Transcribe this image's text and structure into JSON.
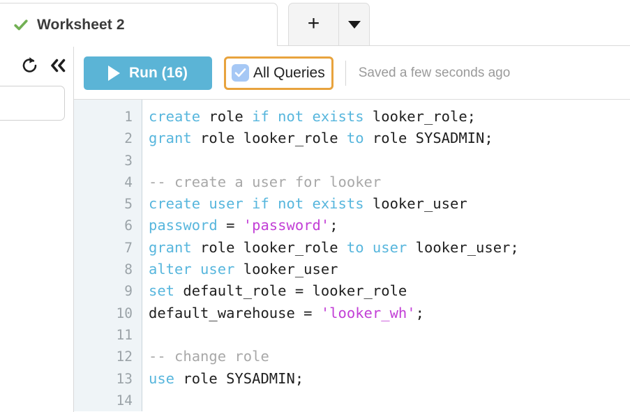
{
  "tabbar": {
    "worksheet_tab": {
      "label": "Worksheet 2",
      "status_icon": "green-check-icon"
    },
    "new_tab_button": {
      "icon": "plus-icon",
      "label": "+"
    },
    "tab_menu_button": {
      "icon": "chevron-down-icon",
      "label": "▼"
    }
  },
  "left_rail": {
    "refresh_icon": "refresh-icon",
    "collapse_icon": "double-chevron-left-icon",
    "search_field": {
      "value": "",
      "placeholder": ""
    }
  },
  "toolbar": {
    "run_button": {
      "label": "Run (16)",
      "icon": "play-triangle-icon",
      "color": "#5bb4d6",
      "count": 16
    },
    "all_queries": {
      "label": "All Queries",
      "checked": true,
      "checkbox_color": "#a6c8f5",
      "focus_ring_color": "#e8a33d"
    },
    "saved_status": "Saved a few seconds ago"
  },
  "editor": {
    "language": "sql",
    "colors": {
      "keyword": "#57b6dd",
      "string": "#c23fd6",
      "comment": "#a8a8a8",
      "plain": "#1f1f1f",
      "gutter_bg": "#eff4f7",
      "line_number": "#9ba3a8"
    },
    "lines": [
      {
        "n": "1",
        "tokens": [
          {
            "t": "create",
            "c": "kw"
          },
          {
            "t": " role ",
            "c": "pl"
          },
          {
            "t": "if not exists",
            "c": "kw"
          },
          {
            "t": " looker_role;",
            "c": "pl"
          }
        ]
      },
      {
        "n": "2",
        "tokens": [
          {
            "t": "grant",
            "c": "kw"
          },
          {
            "t": " role looker_role ",
            "c": "pl"
          },
          {
            "t": "to",
            "c": "kw"
          },
          {
            "t": " role SYSADMIN;",
            "c": "pl"
          }
        ]
      },
      {
        "n": "3",
        "tokens": []
      },
      {
        "n": "4",
        "tokens": [
          {
            "t": "-- create a user for looker",
            "c": "cm"
          }
        ]
      },
      {
        "n": "5",
        "tokens": [
          {
            "t": "create user if not exists",
            "c": "kw"
          },
          {
            "t": " looker_user",
            "c": "pl"
          }
        ]
      },
      {
        "n": "6",
        "tokens": [
          {
            "t": "password",
            "c": "kw"
          },
          {
            "t": " = ",
            "c": "pl"
          },
          {
            "t": "'password'",
            "c": "str"
          },
          {
            "t": ";",
            "c": "pl"
          }
        ]
      },
      {
        "n": "7",
        "tokens": [
          {
            "t": "grant",
            "c": "kw"
          },
          {
            "t": " role looker_role ",
            "c": "pl"
          },
          {
            "t": "to user",
            "c": "kw"
          },
          {
            "t": " looker_user;",
            "c": "pl"
          }
        ]
      },
      {
        "n": "8",
        "tokens": [
          {
            "t": "alter user",
            "c": "kw"
          },
          {
            "t": " looker_user",
            "c": "pl"
          }
        ]
      },
      {
        "n": "9",
        "tokens": [
          {
            "t": "set",
            "c": "kw"
          },
          {
            "t": " default_role = looker_role",
            "c": "pl"
          }
        ]
      },
      {
        "n": "10",
        "tokens": [
          {
            "t": "default_warehouse = ",
            "c": "pl"
          },
          {
            "t": "'looker_wh'",
            "c": "str"
          },
          {
            "t": ";",
            "c": "pl"
          }
        ]
      },
      {
        "n": "11",
        "tokens": []
      },
      {
        "n": "12",
        "tokens": [
          {
            "t": "-- change role",
            "c": "cm"
          }
        ]
      },
      {
        "n": "13",
        "tokens": [
          {
            "t": "use",
            "c": "kw"
          },
          {
            "t": " role SYSADMIN;",
            "c": "pl"
          }
        ]
      },
      {
        "n": "14",
        "tokens": []
      }
    ]
  }
}
